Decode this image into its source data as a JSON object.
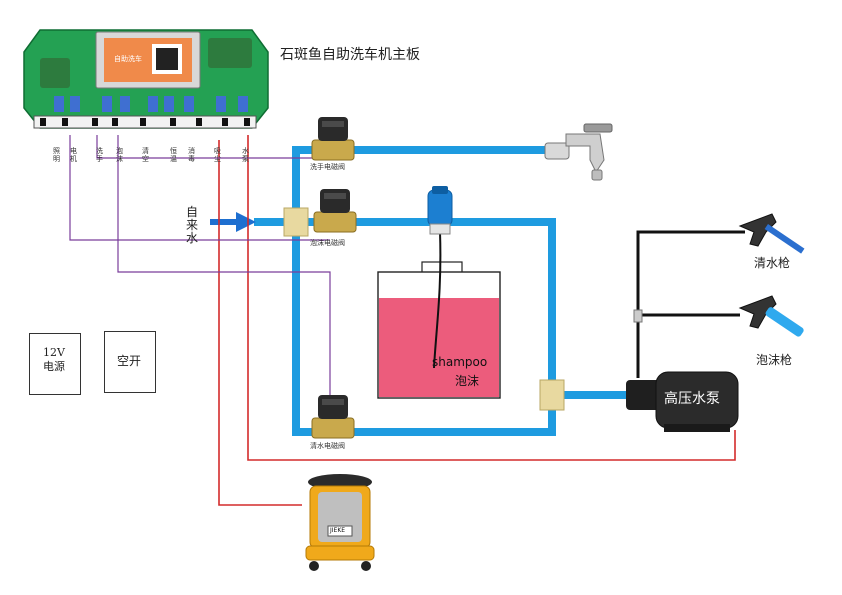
{
  "board": {
    "title": "石斑鱼自助洗车机主板",
    "screen_text": "自助洗车",
    "terminals": [
      "照明",
      "电机",
      "洗手",
      "泡沫",
      "清空",
      "恒温",
      "消毒",
      "吸尘",
      "水泵"
    ]
  },
  "valves": {
    "hand_wash": "洗手电磁阀",
    "foam": "泡沫电磁阀",
    "clean_water": "清水电磁阀"
  },
  "inlet": {
    "label": "自来水"
  },
  "tank": {
    "english": "shampoo",
    "chinese": "泡沫",
    "liquid_color": "#ec5c7c"
  },
  "pump": {
    "label": "高压水泵"
  },
  "guns": {
    "clean": "清水枪",
    "foam": "泡沫枪"
  },
  "power": {
    "supply": "12V\n电源",
    "breaker": "空开"
  },
  "vacuum": {
    "badge": "JIEKE"
  },
  "colors": {
    "pipe": "#1e9be0",
    "wire_purple": "#7a3e9b",
    "wire_red": "#d32b2b",
    "wire_black": "#111111",
    "fitting": "#e8d9a0"
  }
}
